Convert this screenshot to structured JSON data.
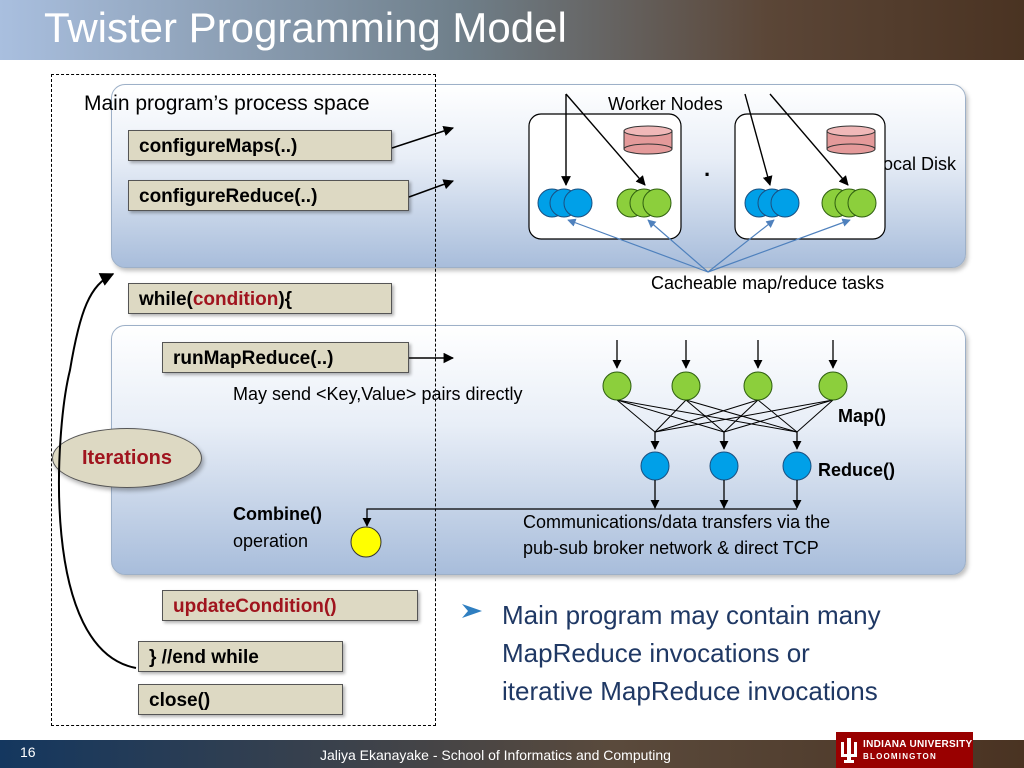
{
  "slide_title": "Twister Programming Model",
  "main_process": {
    "label": "Main program’s process space"
  },
  "code": {
    "configure_maps": "configureMaps(..)",
    "configure_reduce": "configureReduce(..)",
    "while_open": "while(",
    "while_condition": "condition",
    "while_close": "){",
    "run_map_reduce": "runMapReduce(..)",
    "update_condition": "updateCondition()",
    "end_while": "} //end while",
    "close": "close()"
  },
  "iterations_label": "Iterations",
  "worker": {
    "worker_nodes_label": "Worker Nodes",
    "local_disk_label": "Local Disk",
    "cacheable_label": "Cacheable map/reduce tasks",
    "dot": "·"
  },
  "mapreduce": {
    "key_value_note": "May send <Key,Value> pairs directly",
    "map_label": "Map()",
    "reduce_label": "Reduce()",
    "combine_label": "Combine()",
    "operation_label": "operation",
    "comm_line1": "Communications/data transfers via the",
    "comm_line2": "pub-sub broker network & direct TCP"
  },
  "bullet": {
    "line1": "Main program may contain many",
    "line2": "MapReduce invocations or",
    "line3": "iterative MapReduce invocations"
  },
  "footer": {
    "page_number": "16",
    "text": "Jaliya Ekanayake - School of Informatics and Computing"
  },
  "logo": {
    "line1": "INDIANA UNIVERSITY",
    "line2": "BLOOMINGTON"
  },
  "colors": {
    "map_task": "#8ccf3c",
    "reduce_task": "#00a0e8",
    "combine": "#ffff00",
    "disk": "#e49a9a",
    "accent_red": "#a0141e",
    "bullet_text": "#1f3864"
  }
}
